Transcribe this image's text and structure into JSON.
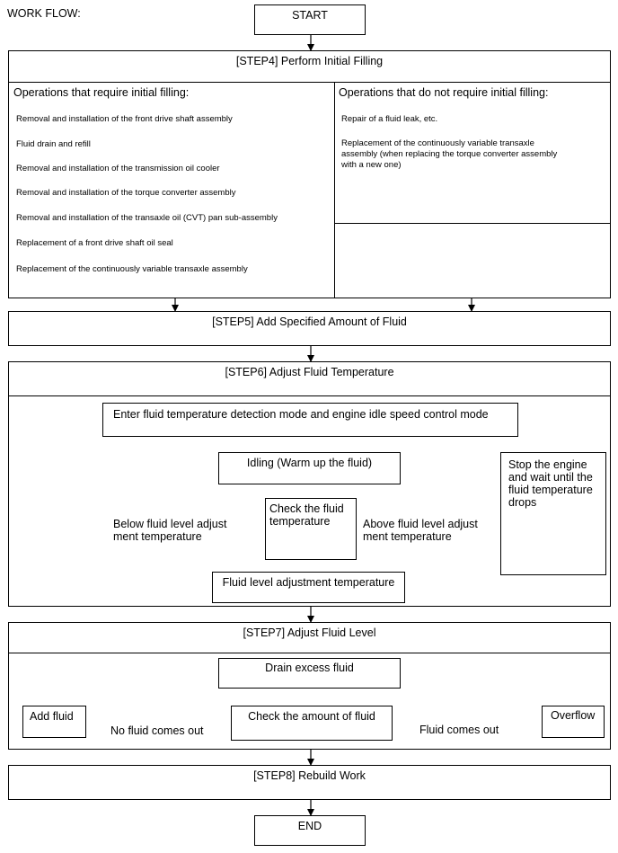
{
  "heading": "WORK FLOW:",
  "start": "START",
  "end": "END",
  "step4": {
    "title": "[STEP4] Perform Initial Filling",
    "left_header": "Operations that require initial filling:",
    "left_items": [
      "Removal and installation of the front drive shaft assembly",
      "Fluid drain and refill",
      "Removal and installation of the transmission oil cooler",
      "Removal and installation of the torque converter assembly",
      "Removal and installation of the transaxle oil (CVT) pan sub-assembly",
      "Replacement of a front drive shaft oil seal",
      "Replacement of the continuously variable transaxle assembly"
    ],
    "right_header": "Operations that do not require initial filling:",
    "right_items": [
      "Repair of a fluid leak, etc.",
      "Replacement of the continuously variable transaxle",
      "assembly (when replacing the torque converter assembly",
      "with a new one)"
    ]
  },
  "step5": {
    "title": "[STEP5] Add Specified Amount of Fluid"
  },
  "step6": {
    "title": "[STEP6] Adjust Fluid Temperature",
    "enter_mode": "Enter fluid temperature detection mode and engine idle speed control mode",
    "idling": "Idling (Warm up the fluid)",
    "check_temp": [
      "Check the fluid",
      "temperature"
    ],
    "below_label": [
      "Below fluid level adjust",
      "ment temperature"
    ],
    "above_label": [
      "Above fluid level adjust",
      "ment temperature"
    ],
    "stop_engine": [
      "Stop the engine",
      "and wait until the",
      "fluid temperature",
      "drops"
    ],
    "fluid_level_temp": "Fluid level adjustment temperature"
  },
  "step7": {
    "title": "[STEP7] Adjust Fluid Level",
    "drain": "Drain excess fluid",
    "check_amount": "Check the amount of fluid",
    "add_fluid": "Add fluid",
    "overflow": "Overflow",
    "no_fluid_label": "No fluid comes out",
    "fluid_label": "Fluid comes out"
  },
  "step8": {
    "title": "[STEP8] Rebuild Work"
  }
}
